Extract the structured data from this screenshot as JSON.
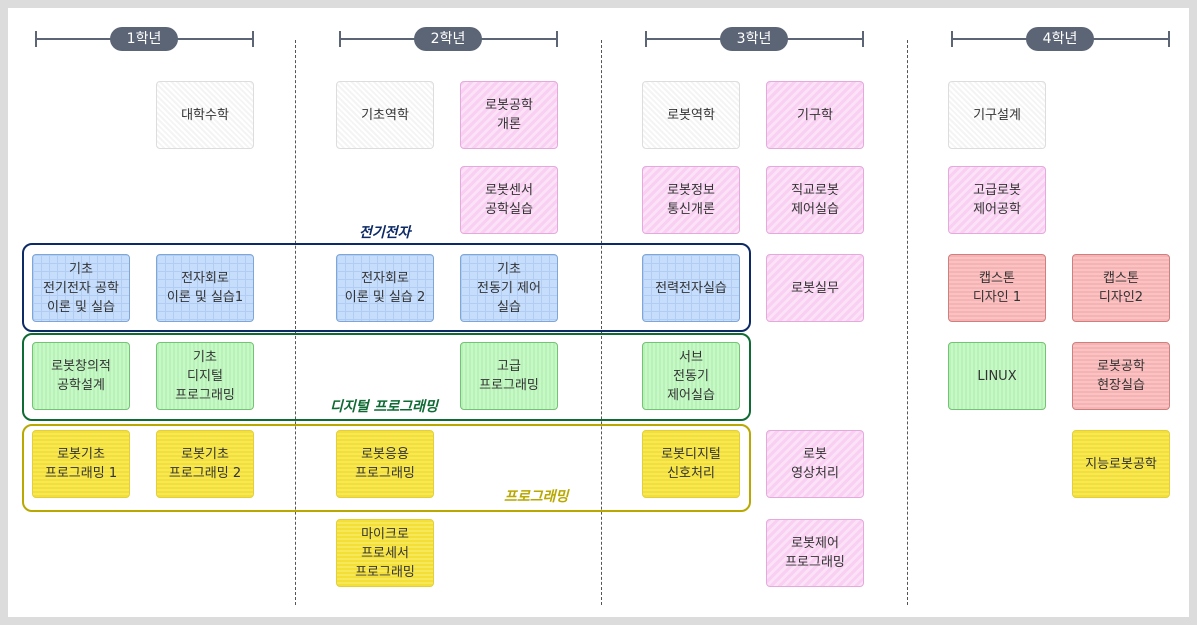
{
  "years": [
    "1학년",
    "2학년",
    "3학년",
    "4학년"
  ],
  "groups": {
    "electrical": {
      "label": "전기전자",
      "color": "#0d2a66"
    },
    "digital": {
      "label": "디지털 프로그래밍",
      "color": "#0f6b34"
    },
    "programming": {
      "label": "프로그래밍",
      "color": "#b8a800"
    }
  },
  "courses": [
    {
      "label": "대학수학",
      "type": "gray"
    },
    {
      "label": "기초역학",
      "type": "gray"
    },
    {
      "label": "로봇공학\n개론",
      "type": "pink"
    },
    {
      "label": "로봇역학",
      "type": "gray"
    },
    {
      "label": "기구학",
      "type": "pink"
    },
    {
      "label": "기구설계",
      "type": "gray"
    },
    {
      "label": "로봇센서\n공학실습",
      "type": "pink"
    },
    {
      "label": "로봇정보\n통신개론",
      "type": "pink"
    },
    {
      "label": "직교로봇\n제어실습",
      "type": "pink"
    },
    {
      "label": "고급로봇\n제어공학",
      "type": "pink"
    },
    {
      "label": "기초\n전기전자 공학\n이론 및 실습",
      "type": "blue"
    },
    {
      "label": "전자회로\n이론 및 실습1",
      "type": "blue"
    },
    {
      "label": "전자회로\n이론 및 실습 2",
      "type": "blue"
    },
    {
      "label": "기초\n전동기 제어\n실습",
      "type": "blue"
    },
    {
      "label": "전력전자실습",
      "type": "blue"
    },
    {
      "label": "로봇실무",
      "type": "pink"
    },
    {
      "label": "캡스톤\n디자인 1",
      "type": "red"
    },
    {
      "label": "캡스톤\n디자인2",
      "type": "red"
    },
    {
      "label": "로봇창의적\n공학설계",
      "type": "green"
    },
    {
      "label": "기초\n디지털\n프로그래밍",
      "type": "green"
    },
    {
      "label": "고급\n프로그래밍",
      "type": "green"
    },
    {
      "label": "서브\n전동기\n제어실습",
      "type": "green"
    },
    {
      "label": "LINUX",
      "type": "green"
    },
    {
      "label": "로봇공학\n현장실습",
      "type": "red"
    },
    {
      "label": "로봇기초\n프로그래밍 1",
      "type": "yellow"
    },
    {
      "label": "로봇기초\n프로그래밍 2",
      "type": "yellow"
    },
    {
      "label": "로봇응용\n프로그래밍",
      "type": "yellow"
    },
    {
      "label": "로봇디지털\n신호처리",
      "type": "yellow"
    },
    {
      "label": "로봇\n영상처리",
      "type": "pink"
    },
    {
      "label": "지능로봇공학",
      "type": "yellow"
    },
    {
      "label": "마이크로\n프로세서\n프로그래밍",
      "type": "yellow"
    },
    {
      "label": "로봇제어\n프로그래밍",
      "type": "pink"
    }
  ]
}
